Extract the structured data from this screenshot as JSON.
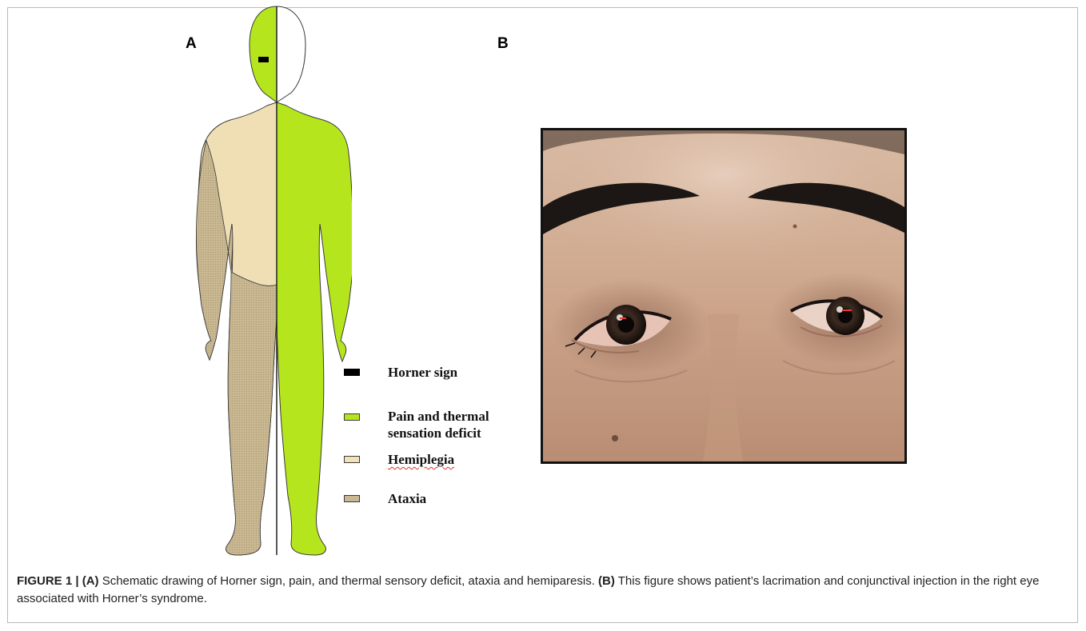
{
  "panels": {
    "a_label": "A",
    "b_label": "B"
  },
  "legend": [
    {
      "label": "Horner sign",
      "swatch_fill": "#000000",
      "swatch_border": "#000000"
    },
    {
      "label_line1": "Pain and thermal",
      "label_line2": "sensation deficit",
      "swatch_fill": "#b5e61d",
      "swatch_border": "#3a3a3a"
    },
    {
      "label": "Hemiplegia",
      "swatch_fill": "#f2e2b8",
      "swatch_border": "#3a3a3a"
    },
    {
      "label": "Ataxia",
      "swatch_fill": "#c9b893",
      "swatch_border": "#3a3a3a"
    }
  ],
  "colors": {
    "pain_thermal": "#b5e61d",
    "hemiplegia": "#f0dfb4",
    "ataxia": "#c8b791",
    "outline": "#3a3a3a"
  },
  "caption": {
    "figure_label": "FIGURE 1 |",
    "a_marker": "(A)",
    "a_text": " Schematic drawing of Horner sign, pain, and thermal sensory deficit, ataxia and hemiparesis. ",
    "b_marker": "(B)",
    "b_text": " This figure shows patient’s lacrimation and conjunctival injection in the right eye associated with Horner’s syndrome."
  }
}
